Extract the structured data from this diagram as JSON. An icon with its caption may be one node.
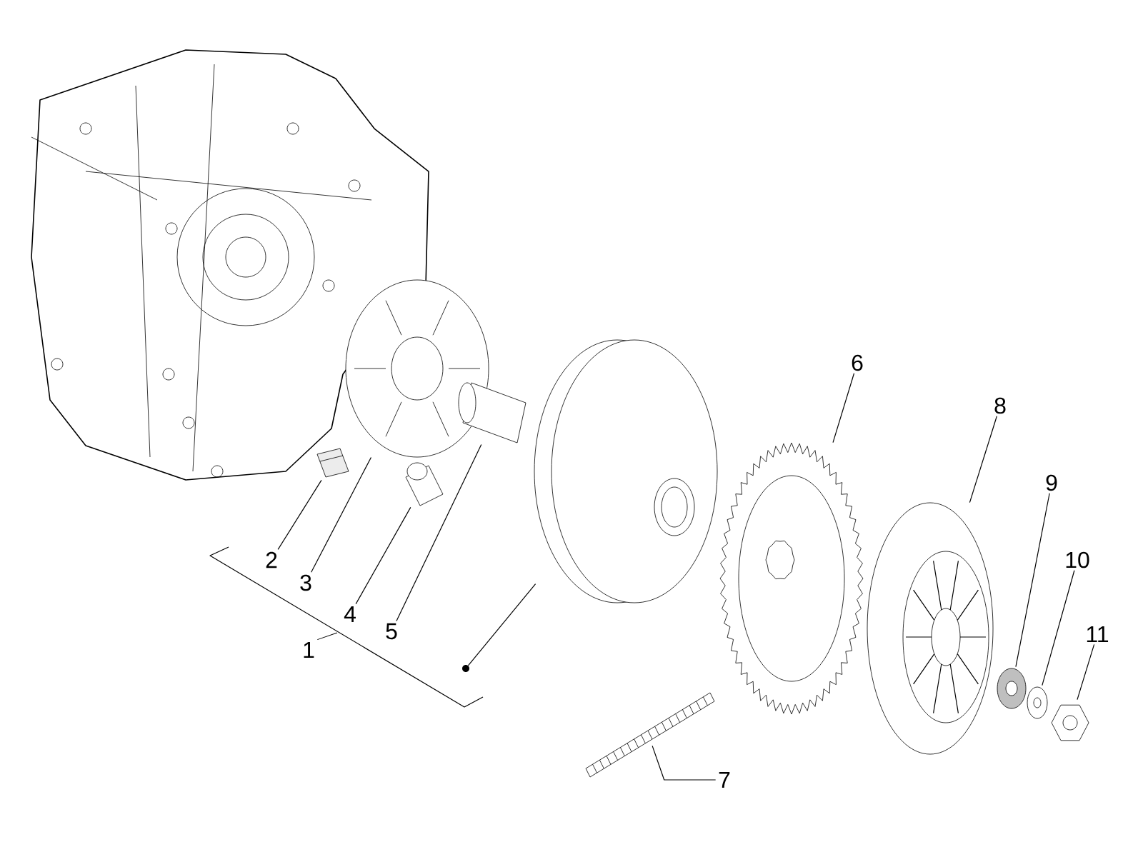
{
  "diagram": {
    "nodes": [
      {
        "text": [
          "2"
        ]
      },
      {
        "text": [
          "3"
        ]
      },
      {
        "text": [
          "4"
        ]
      },
      {
        "text": [
          "5"
        ]
      },
      {
        "text": [
          "6"
        ]
      },
      {
        "text": [
          "7"
        ]
      },
      {
        "text": [
          "8"
        ]
      },
      {
        "text": [
          "9"
        ]
      },
      {
        "text": [
          "10"
        ]
      },
      {
        "text": [
          "11"
        ]
      },
      {
        "text": [],
        "shape": "picture"
      },
      {
        "text": [],
        "shape": "picture"
      },
      {
        "text": [],
        "shape": "picture"
      },
      {
        "text": [],
        "shape": "picture"
      },
      {
        "text": [],
        "shape": "picture"
      },
      {
        "text": [],
        "shape": "picture"
      },
      {
        "text": [],
        "shape": "picture"
      },
      {
        "text": [],
        "shape": "picture"
      },
      {
        "text": [],
        "shape": "picture"
      },
      {
        "text": [],
        "shape": "picture"
      },
      {
        "text": [],
        "shape": "picture"
      },
      {
        "text": [],
        "shape": "circle"
      }
    ],
    "edges": [
      {
        "from": 0,
        "to": 10,
        "arrow": "none"
      },
      {
        "from": 1,
        "to": 11,
        "arrow": "none"
      },
      {
        "from": 2,
        "to": 12,
        "arrow": "none"
      },
      {
        "from": 3,
        "to": 13,
        "arrow": "none"
      },
      {
        "from": 4,
        "to": 15,
        "arrow": "none"
      },
      {
        "from": 5,
        "to": 16,
        "arrow": "none"
      },
      {
        "from": 6,
        "to": 17,
        "arrow": "none"
      },
      {
        "from": 7,
        "to": 18,
        "arrow": "none"
      },
      {
        "from": 8,
        "to": 19,
        "arrow": "none"
      },
      {
        "from": 9,
        "to": 20,
        "arrow": "none"
      },
      {
        "from": 21,
        "to": 14,
        "arrow": "none"
      }
    ],
    "labels": [
      "1"
    ]
  }
}
